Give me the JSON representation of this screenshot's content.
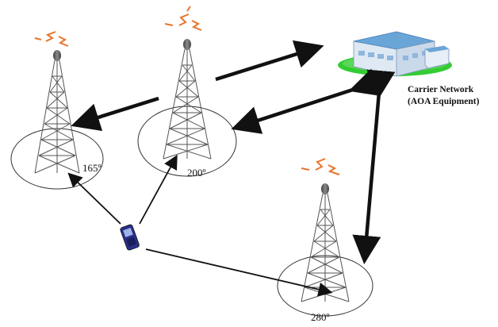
{
  "carrier": {
    "line1": "Carrier Network",
    "line2": "(AOA Equipment)"
  },
  "towers": [
    {
      "id": "left",
      "angle": "165º"
    },
    {
      "id": "center",
      "angle": "200º"
    },
    {
      "id": "right",
      "angle": "280º"
    }
  ],
  "icons": {
    "tower": "cell-tower-icon",
    "phone": "mobile-phone-icon",
    "building": "carrier-building-icon",
    "signal": "radio-signal-icon"
  },
  "colors": {
    "stroke": "#111111",
    "tower": "#555555",
    "building_roof": "#6aa5d8",
    "building_wall": "#dfe9f3",
    "building_glass": "#8fb6dd",
    "grass": "#33cc33",
    "signal": "#e8742a",
    "phone": "#2a2f8c"
  }
}
